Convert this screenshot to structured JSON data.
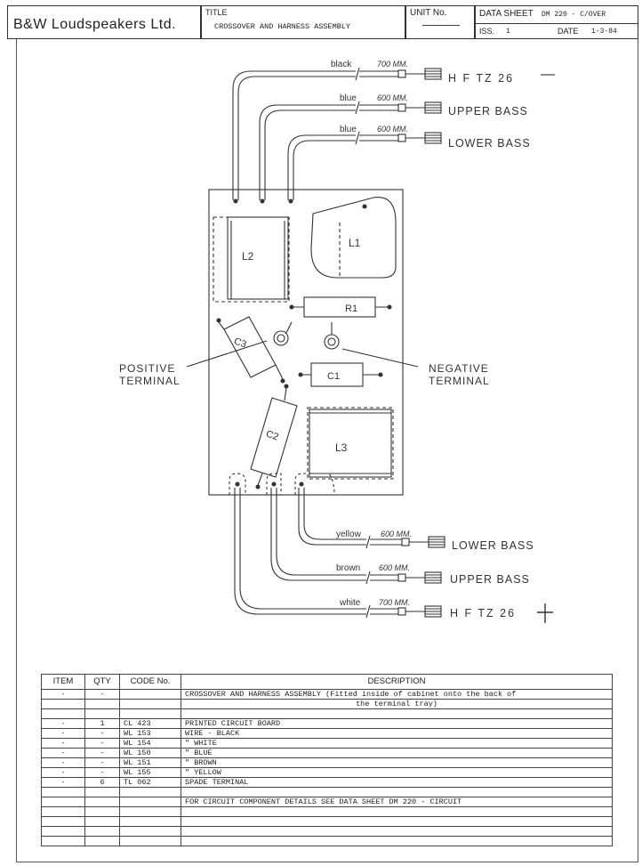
{
  "title_block": {
    "company": "B&W Loudspeakers Ltd.",
    "title_label": "TITLE",
    "title": "CROSSOVER AND HARNESS ASSEMBLY",
    "unit_label": "UNIT No.",
    "unit_value": "",
    "datasheet_label": "DATA SHEET",
    "datasheet_value": "DM 220 - C/OVER",
    "issue_label": "ISS.",
    "issue_value": "1",
    "date_label": "DATE",
    "date_value": "1-3-84"
  },
  "diagram": {
    "components": {
      "l1": "L1",
      "l2": "L2",
      "l3": "L3",
      "r1": "R1",
      "c1": "C1",
      "c2": "C2",
      "c3": "C3"
    },
    "terminals": {
      "positive_line1": "POSITIVE",
      "positive_line2": "TERMINAL",
      "negative_line1": "NEGATIVE",
      "negative_line2": "TERMINAL"
    },
    "top_wires": [
      {
        "color": "black",
        "length": "700 MM.",
        "dest": "H F  TZ 26"
      },
      {
        "color": "blue",
        "length": "600 MM.",
        "dest": "UPPER BASS"
      },
      {
        "color": "blue",
        "length": "600 MM.",
        "dest": "LOWER BASS"
      }
    ],
    "bottom_wires": [
      {
        "color": "yellow",
        "length": "600 MM.",
        "dest": "LOWER BASS"
      },
      {
        "color": "brown",
        "length": "600 MM.",
        "dest": "UPPER BASS"
      },
      {
        "color": "white",
        "length": "700 MM.",
        "dest": "H F  TZ 26"
      }
    ]
  },
  "parts_list": {
    "headers": {
      "item": "ITEM",
      "qty": "QTY",
      "code": "CODE No.",
      "description": "DESCRIPTION"
    },
    "rows": [
      {
        "item": "-",
        "qty": "-",
        "code": "",
        "description": "CROSSOVER AND HARNESS ASSEMBLY (Fitted inside of cabinet onto the back of"
      },
      {
        "item": "",
        "qty": "",
        "code": "",
        "description": "the terminal tray)"
      },
      {
        "item": "",
        "qty": "",
        "code": "",
        "description": ""
      },
      {
        "item": "-",
        "qty": "1",
        "code": "CL 423",
        "description": "PRINTED CIRCUIT BOARD"
      },
      {
        "item": "-",
        "qty": "-",
        "code": "WL 153",
        "description": "WIRE - BLACK"
      },
      {
        "item": "-",
        "qty": "-",
        "code": "WL 154",
        "description": "\"    WHITE"
      },
      {
        "item": "-",
        "qty": "-",
        "code": "WL 150",
        "description": "\"    BLUE"
      },
      {
        "item": "-",
        "qty": "-",
        "code": "WL 151",
        "description": "\"    BROWN"
      },
      {
        "item": "-",
        "qty": "-",
        "code": "WL 155",
        "description": "\"    YELLOW"
      },
      {
        "item": "-",
        "qty": "6",
        "code": "TL 062",
        "description": "SPADE TERMINAL"
      },
      {
        "item": "",
        "qty": "",
        "code": "",
        "description": ""
      },
      {
        "item": "",
        "qty": "",
        "code": "",
        "description": "FOR CIRCUIT COMPONENT DETAILS SEE DATA SHEET  DM 220 - CIRCUIT"
      },
      {
        "item": "",
        "qty": "",
        "code": "",
        "description": ""
      },
      {
        "item": "",
        "qty": "",
        "code": "",
        "description": ""
      },
      {
        "item": "",
        "qty": "",
        "code": "",
        "description": ""
      },
      {
        "item": "",
        "qty": "",
        "code": "",
        "description": ""
      }
    ]
  }
}
